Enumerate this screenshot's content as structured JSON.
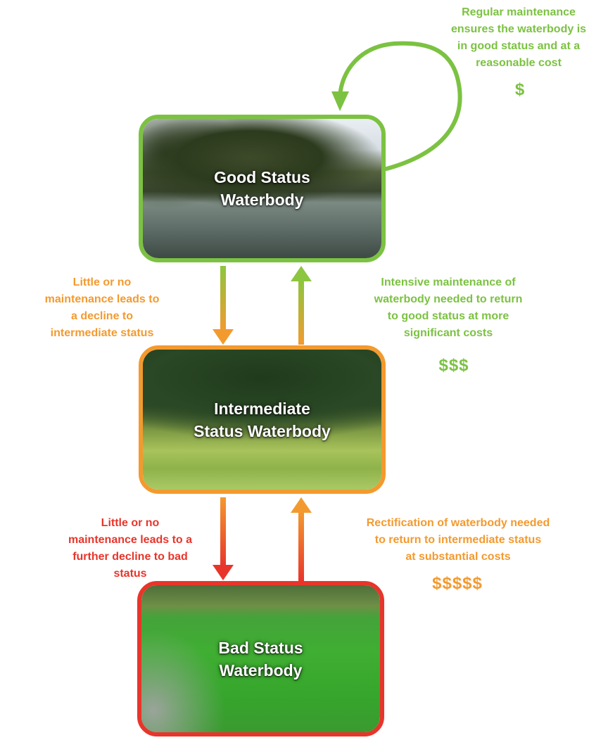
{
  "colors": {
    "green": "#7cc242",
    "orange": "#f39a2f",
    "red": "#e8352b"
  },
  "nodes": {
    "good": "Good Status\nWaterbody",
    "intermediate": "Intermediate\nStatus Waterbody",
    "bad": "Bad Status\nWaterbody"
  },
  "annotations": {
    "regular": "Regular maintenance\nensures the waterbody is\nin good status and at a\nreasonable cost",
    "regular_cost": "$",
    "decline_intermediate": "Little or no\nmaintenance leads to\na decline to\nintermediate status",
    "intensive": "Intensive maintenance of\nwaterbody needed to return\nto good status at more\nsignificant costs",
    "intensive_cost": "$$$",
    "decline_bad": "Little or no\nmaintenance leads to a\nfurther decline to bad\nstatus",
    "rectification": "Rectification of waterbody needed\nto return to intermediate  status\nat substantial costs",
    "rectification_cost": "$$$$$"
  }
}
